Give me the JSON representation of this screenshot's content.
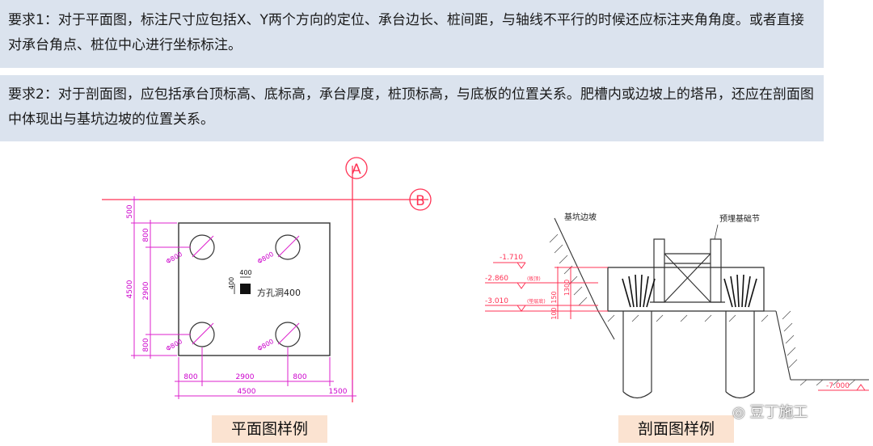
{
  "requirements": {
    "r1": "要求1：对于平面图，标注尺寸应包括X、Y两个方向的定位、承台边长、桩间距，与轴线不平行的时候还应标注夹角角度。或者直接对承台角点、桩位中心进行坐标标注。",
    "r2": "要求2：对于剖面图，应包括承台顶标高、底标高，承台厚度，桩顶标高，与底板的位置关系。肥槽内或边坡上的塔吊，还应在剖面图中体现出与基坑边坡的位置关系。"
  },
  "plan": {
    "caption": "平面图样例",
    "axis_a": "A",
    "axis_b": "B",
    "pile_label": "Φ800",
    "hole_label": "方孔洞400",
    "hole_w": "400",
    "hole_h": "400",
    "dims_bottom": [
      "800",
      "2900",
      "800"
    ],
    "dim_total": "4500",
    "dim_offset": "1500",
    "dims_left": [
      "800",
      "2900",
      "800"
    ],
    "dim_left_total": "4500",
    "dim_top_offset": "500"
  },
  "section": {
    "caption": "剖面图样例",
    "slope_label": "基坑边坡",
    "node_label": "预埋基础节",
    "elev1": "-1.710",
    "elev2": "-2.860",
    "elev2_note": "(板顶)",
    "elev3": "-3.010",
    "elev3_note": "(垫层底)",
    "dim1": "1300",
    "dim2": "150",
    "dim3": "100",
    "elev_bottom": "-7.000"
  },
  "watermark": "豆丁施工"
}
